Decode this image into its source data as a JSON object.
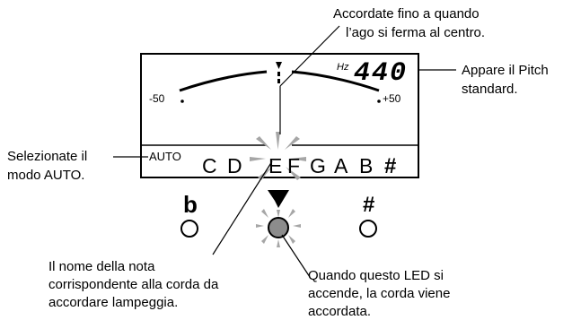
{
  "callouts": {
    "tune_line1": "Accordate fino a quando",
    "tune_line2": "l’ago si ferma al centro.",
    "pitch_line1": "Appare il Pitch",
    "pitch_line2": "standard.",
    "auto_line1": "Selezionate il",
    "auto_line2": "modo AUTO.",
    "note_line1": "Il nome della nota",
    "note_line2": "corrispondente alla corda da",
    "note_line3": "accordare lampeggia.",
    "led_line1": "Quando questo LED si",
    "led_line2": "accende, la corda viene",
    "led_line3": "accordata."
  },
  "display": {
    "hz_unit": "Hz",
    "pitch_value": "440",
    "scale_min": "-50",
    "scale_max": "+50",
    "mode_label": "AUTO",
    "notes": [
      "C",
      "D",
      "E",
      "F",
      "G",
      "A",
      "B",
      "#"
    ],
    "active_note": "E"
  },
  "indicators": {
    "flat_symbol": "b",
    "sharp_symbol": "#"
  },
  "colors": {
    "ink": "#000000",
    "led_on": "#8c8c8c",
    "flash_rays": "#a6a6a6"
  }
}
